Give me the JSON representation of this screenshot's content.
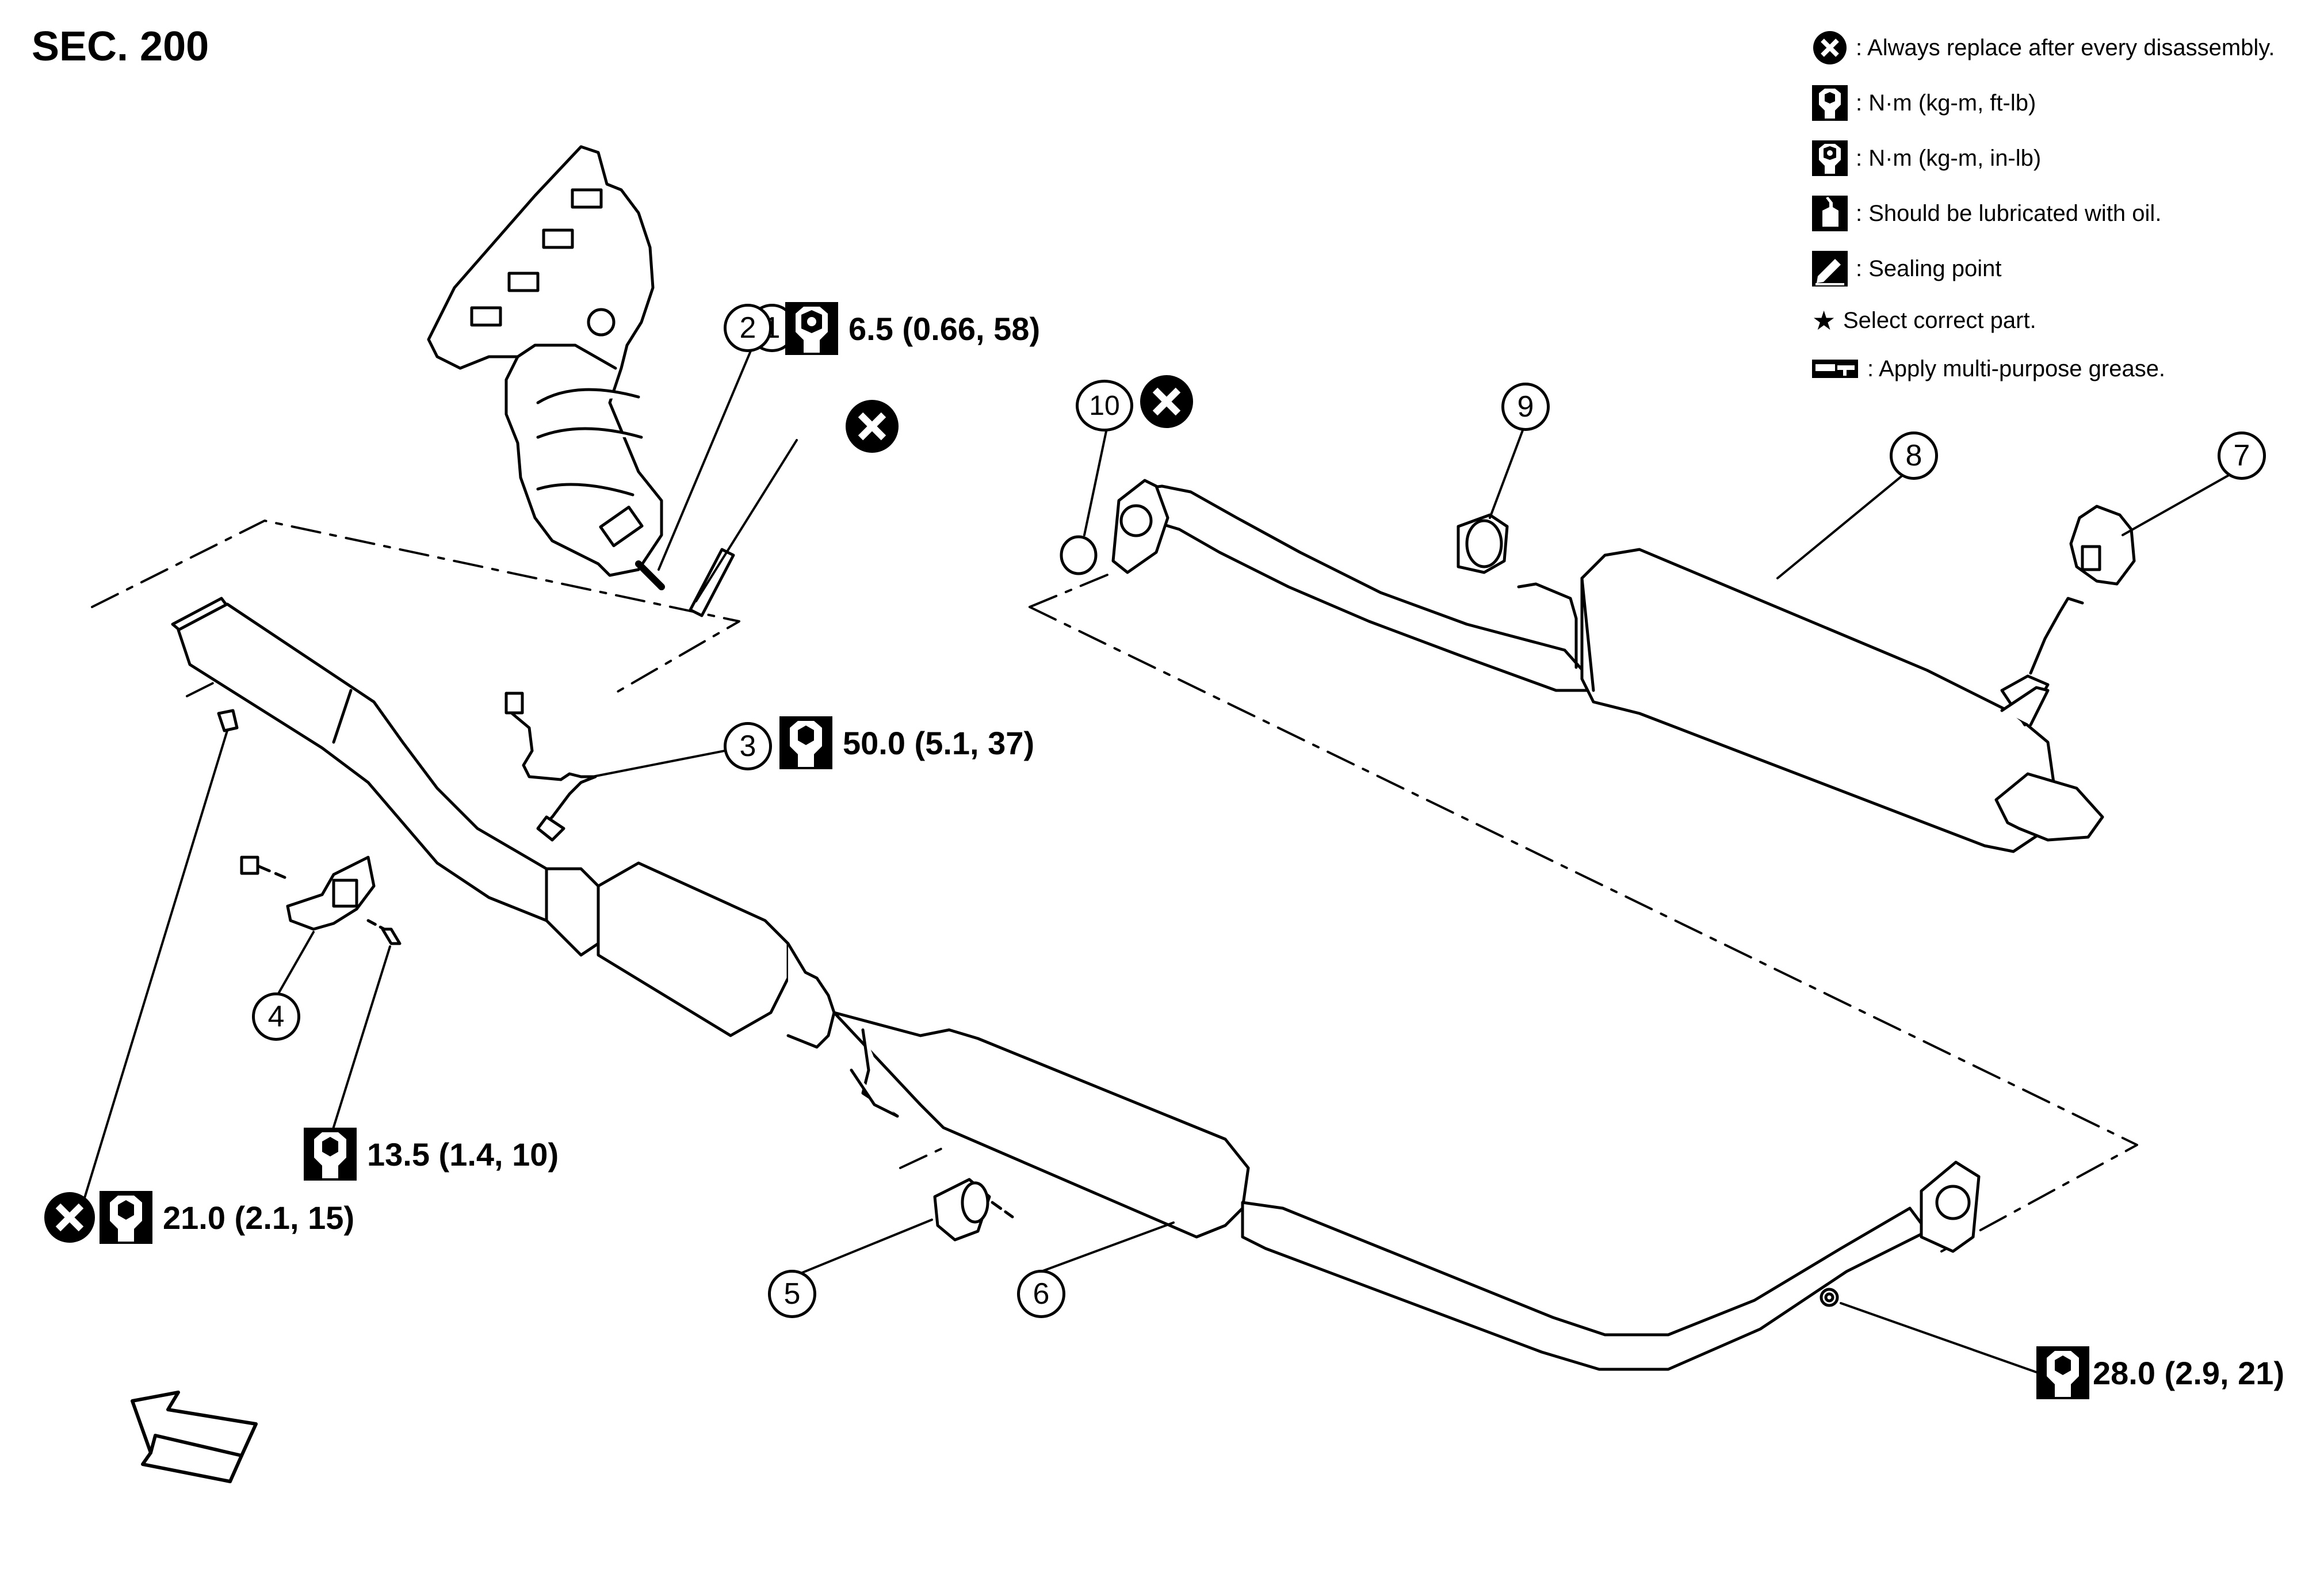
{
  "title": "SEC. 200",
  "legend": [
    {
      "icon": "always-replace-icon",
      "text": ": Always replace after every disassembly."
    },
    {
      "icon": "torque-ft-lb-icon",
      "text": ": N·m (kg-m, ft-lb)"
    },
    {
      "icon": "torque-in-lb-icon",
      "text": ": N·m (kg-m, in-lb)"
    },
    {
      "icon": "oil-can-icon",
      "text": ": Should be lubricated with oil."
    },
    {
      "icon": "sealing-point-icon",
      "text": ": Sealing point"
    },
    {
      "icon": "star-icon",
      "text": "Select correct part."
    },
    {
      "icon": "grease-icon",
      "text": ": Apply multi-purpose grease."
    }
  ],
  "callouts": [
    "1",
    "2",
    "3",
    "4",
    "5",
    "6",
    "7",
    "8",
    "9",
    "10"
  ],
  "torques": {
    "part2": "6.5 (0.66, 58)",
    "part3": "50.0 (5.1, 37)",
    "part4": "13.5 (1.4, 10)",
    "front_flange": "21.0 (2.1, 15)",
    "rear_flange": "28.0 (2.9, 21)"
  },
  "colors": {
    "line": "#000000",
    "part_fill": "#ffffff",
    "shade": "#d9d9d9"
  }
}
